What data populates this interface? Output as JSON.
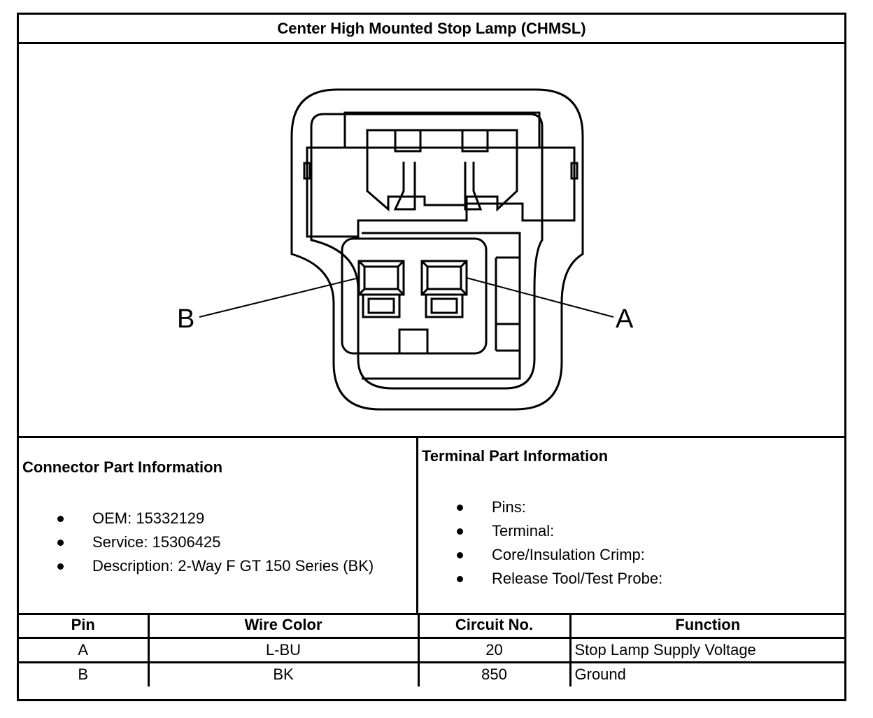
{
  "title": "Center High Mounted Stop Lamp (CHMSL)",
  "diagram": {
    "pin_labels": {
      "a": "A",
      "b": "B"
    }
  },
  "connector_info": {
    "heading": "Connector Part Information",
    "items": [
      "OEM: 15332129",
      "Service: 15306425",
      "Description: 2-Way F GT 150 Series (BK)"
    ]
  },
  "terminal_info": {
    "heading": "Terminal Part Information",
    "items": [
      "Pins:",
      "Terminal:",
      "Core/Insulation Crimp:",
      "Release Tool/Test Probe:"
    ]
  },
  "pin_table": {
    "headers": [
      "Pin",
      "Wire Color",
      "Circuit No.",
      "Function"
    ],
    "rows": [
      [
        "A",
        "L-BU",
        "20",
        "Stop Lamp Supply Voltage"
      ],
      [
        "B",
        "BK",
        "850",
        "Ground"
      ]
    ]
  }
}
